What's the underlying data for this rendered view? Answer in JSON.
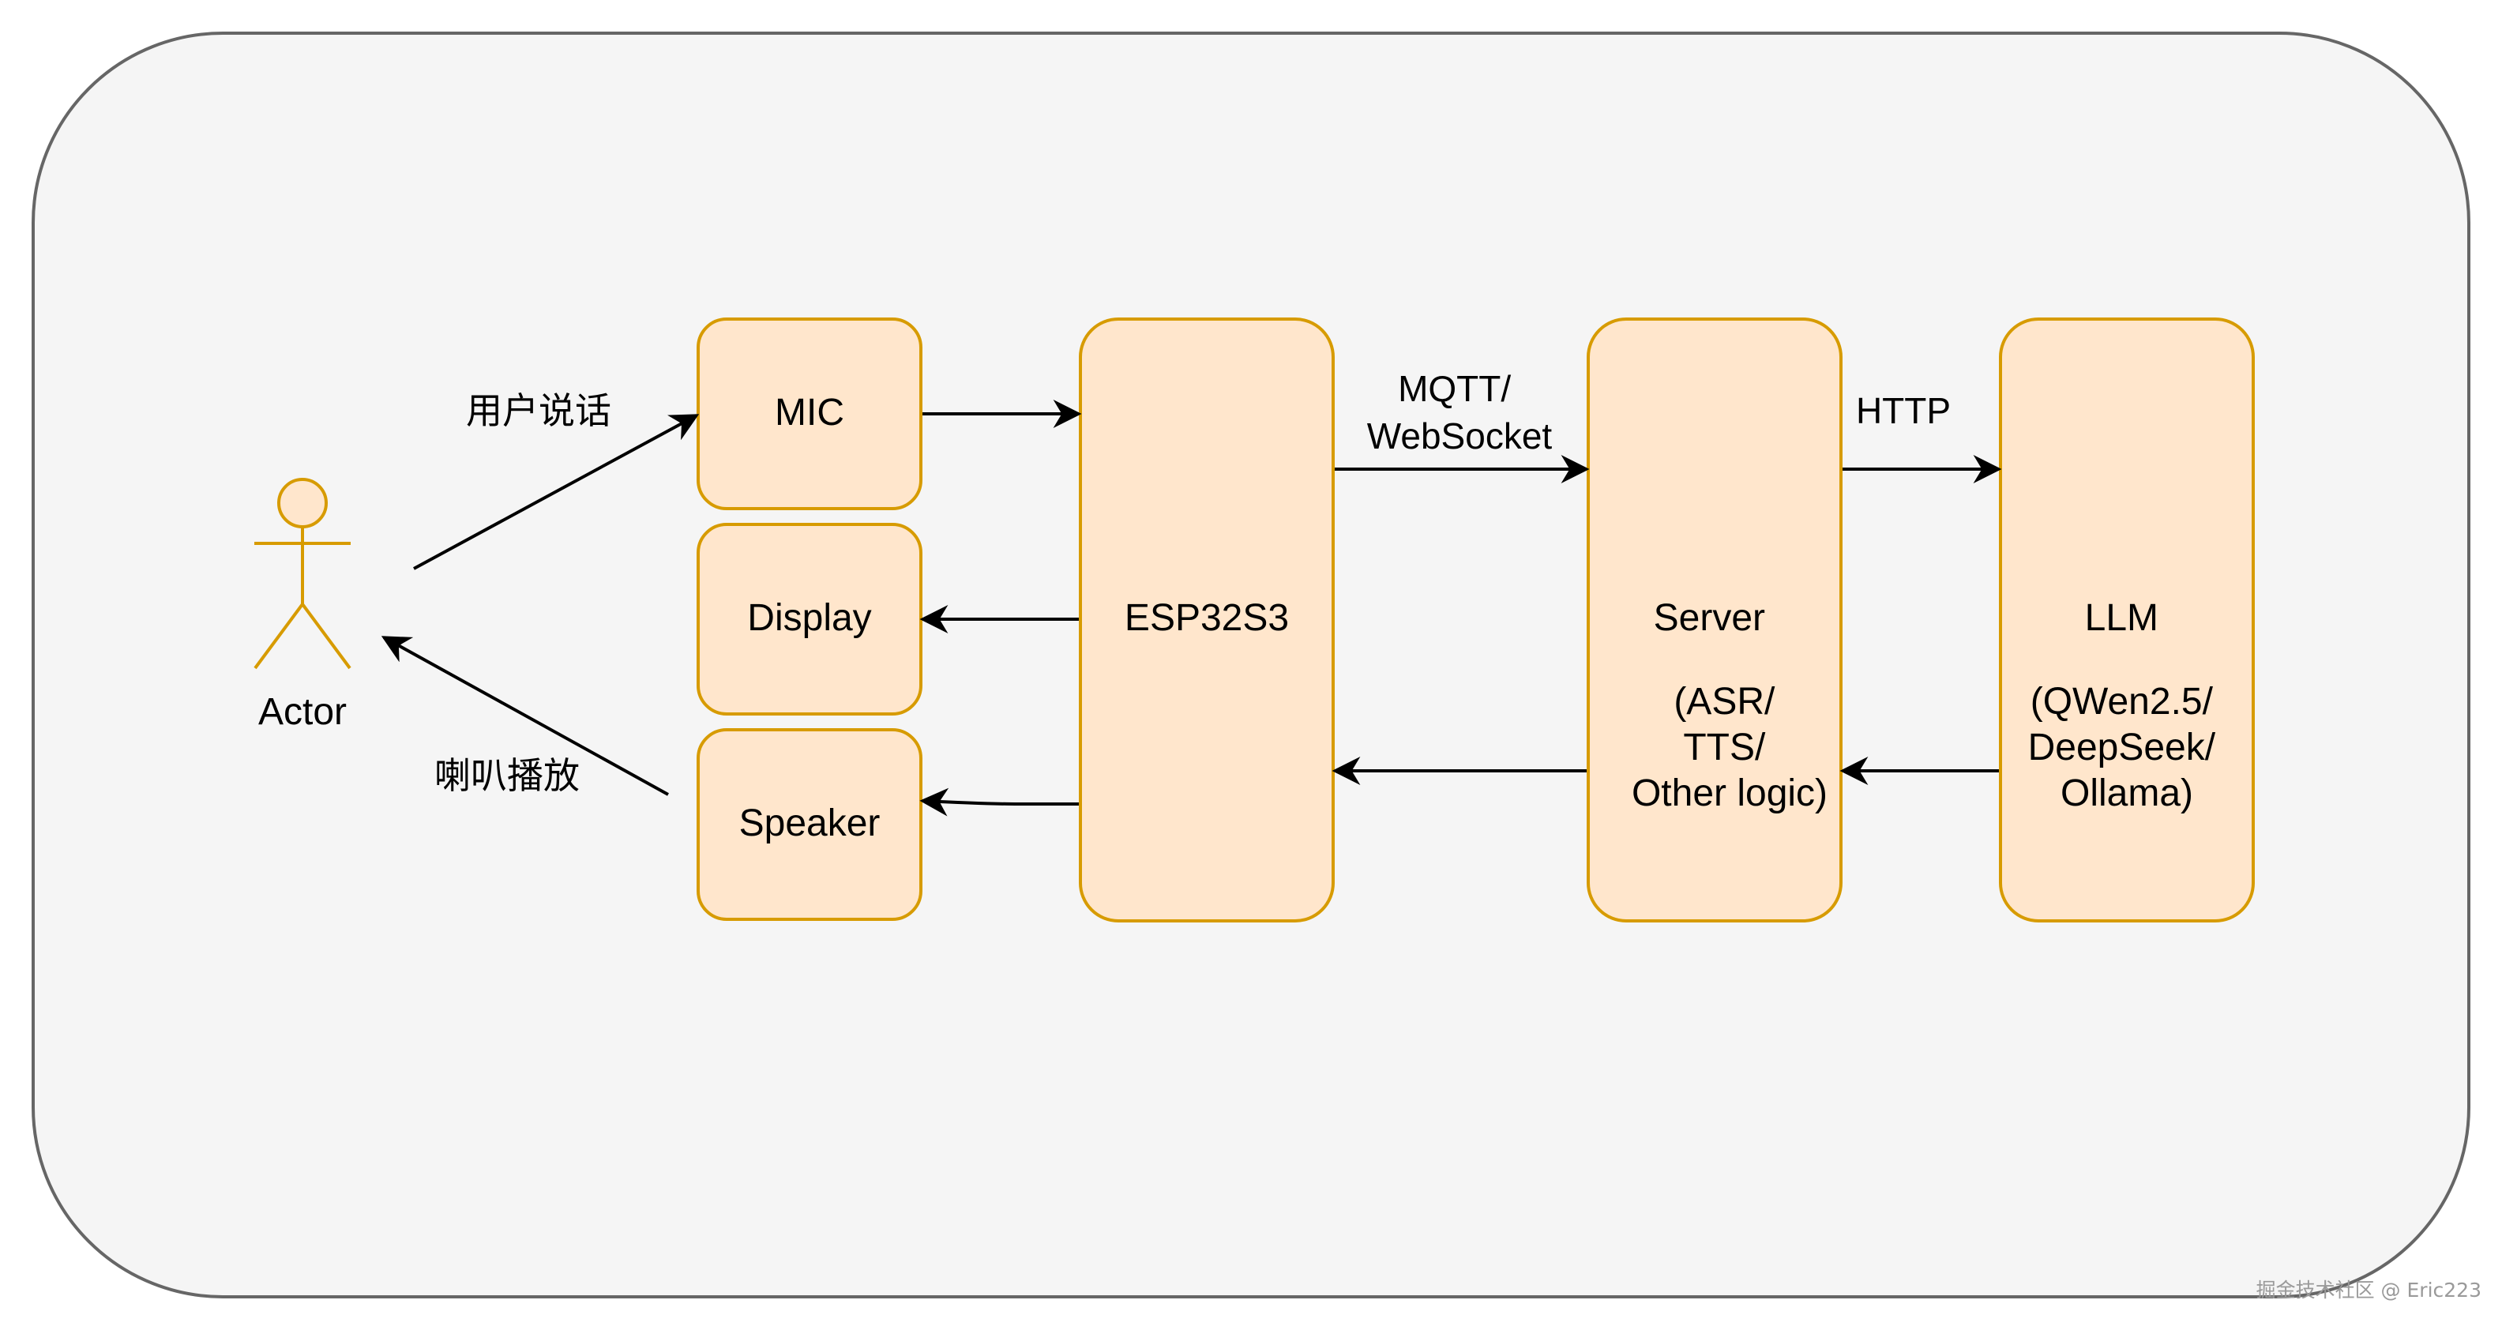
{
  "diagram": {
    "actor": {
      "label": "Actor"
    },
    "nodes": {
      "mic": {
        "label": "MIC"
      },
      "display": {
        "label": "Display"
      },
      "speaker": {
        "label": "Speaker"
      },
      "esp": {
        "label": "ESP32S3"
      },
      "server": {
        "lines": [
          "Server",
          "",
          "(ASR/",
          "TTS/",
          "Other logic)"
        ]
      },
      "llm": {
        "lines": [
          "LLM",
          "",
          "(QWen2.5/",
          "DeepSeek/",
          "Ollama)"
        ]
      }
    },
    "edge_labels": {
      "user_speaks": "用户说话",
      "speaker_plays": "喇叭播放",
      "mqtt": [
        "MQTT/",
        "WebSocket"
      ],
      "http": "HTTP"
    },
    "watermark": "掘金技术社区 @ Eric223",
    "colors": {
      "frame_fill": "#f5f5f5",
      "frame_stroke": "#666666",
      "node_fill": "#ffe6cc",
      "node_stroke": "#d79b00",
      "edge": "#000000"
    }
  }
}
